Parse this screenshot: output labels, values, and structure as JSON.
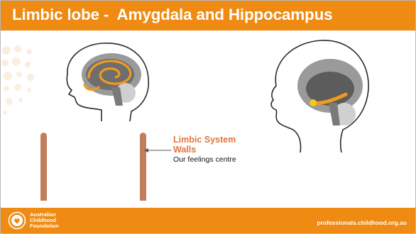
{
  "slide": {
    "title": "Limbic lobe -  Amygdala and Hippocampus"
  },
  "diagram": {
    "caption_title_line1": "Limbic System",
    "caption_title_line2": "Walls",
    "caption_subtitle": "Our feelings centre"
  },
  "footer": {
    "logo_line1": "Australian",
    "logo_line2": "Childhood",
    "logo_line3": "Foundation",
    "url": "professionals.childhood.org.au"
  },
  "colors": {
    "accent": "#ef8a12",
    "limbic_orange": "#f39a1c",
    "pillar": "#c17e5d",
    "caption": "#e0743d"
  }
}
